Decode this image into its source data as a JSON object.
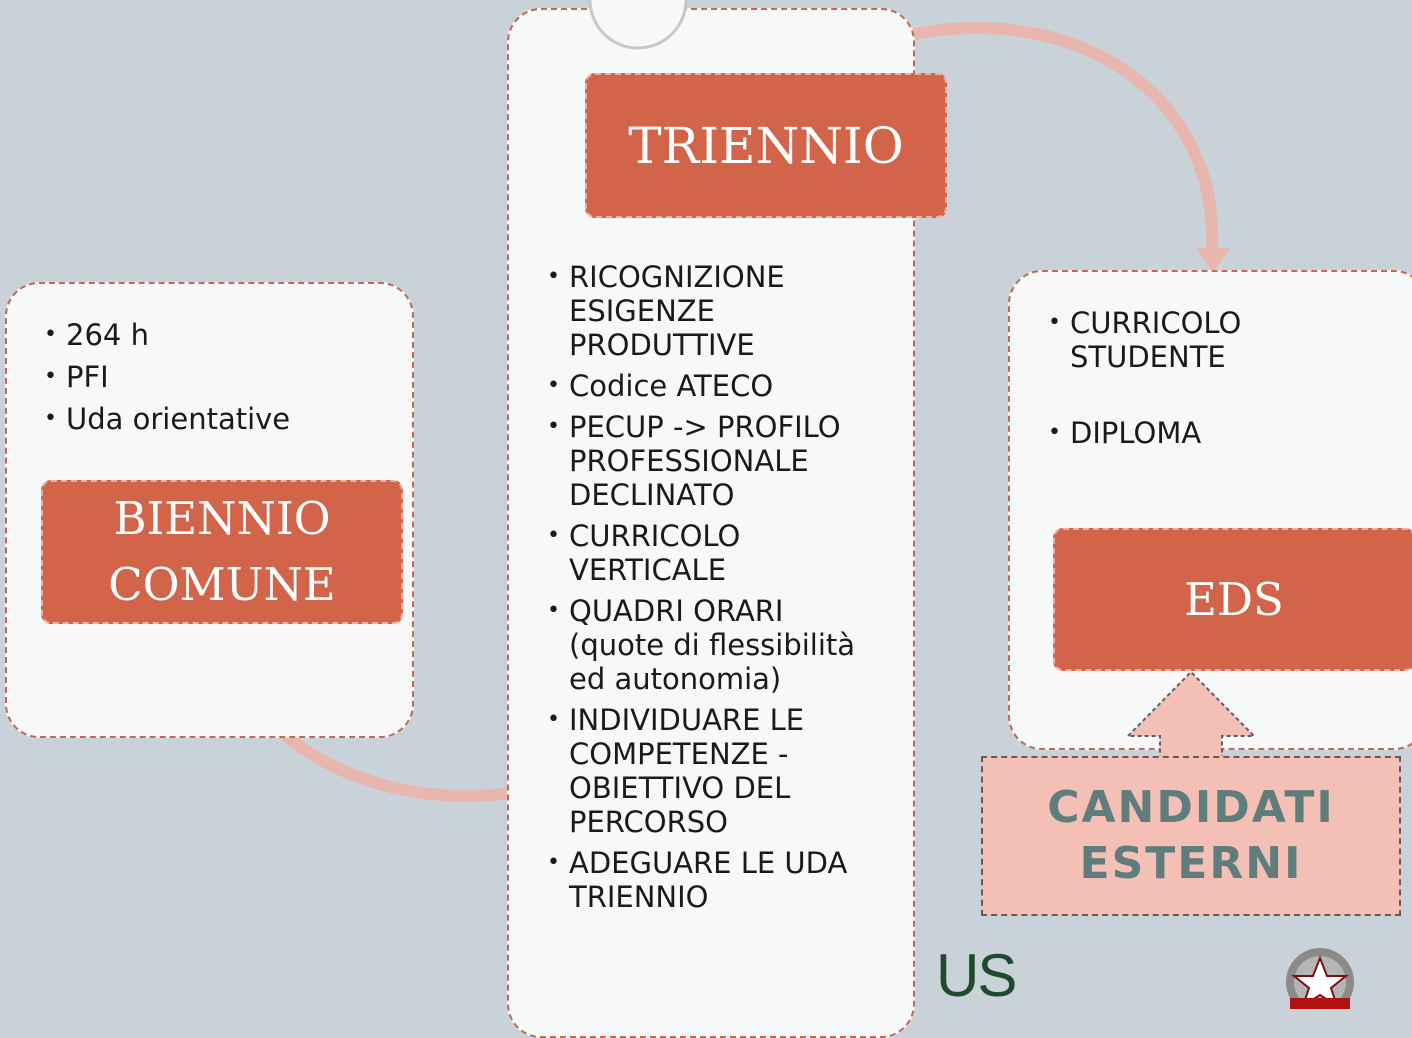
{
  "left": {
    "bullets": [
      "264 h",
      "PFI",
      "Uda orientative"
    ],
    "title_line1": "BIENNIO",
    "title_line2": "COMUNE"
  },
  "middle": {
    "title": "TRIENNIO",
    "bullets": [
      "RICOGNIZIONE ESIGENZE PRODUTTIVE",
      "Codice ATECO",
      "PECUP -> PROFILO PROFESSIONALE DECLINATO",
      "CURRICOLO VERTICALE",
      "QUADRI ORARI (quote di flessibilità ed autonomia)",
      "INDIVIDUARE LE COMPETENZE - OBIETTIVO DEL PERCORSO",
      "ADEGUARE LE UDA TRIENNIO"
    ]
  },
  "right": {
    "bullets": [
      "CURRICOLO STUDENTE",
      "DIPLOMA"
    ],
    "title": "EDS"
  },
  "candidati": {
    "line1": "CANDIDATI",
    "line2": "ESTERNI"
  },
  "logo": {
    "text": "US",
    "emblem_icon": "italian-republic-emblem-icon"
  },
  "colors": {
    "background": "#c8d2d8",
    "title_box": "#d2644a",
    "candidati_fill": "#f4c0b6",
    "candidati_text": "#5f7d7d",
    "arrow": "#e8b6ac"
  }
}
